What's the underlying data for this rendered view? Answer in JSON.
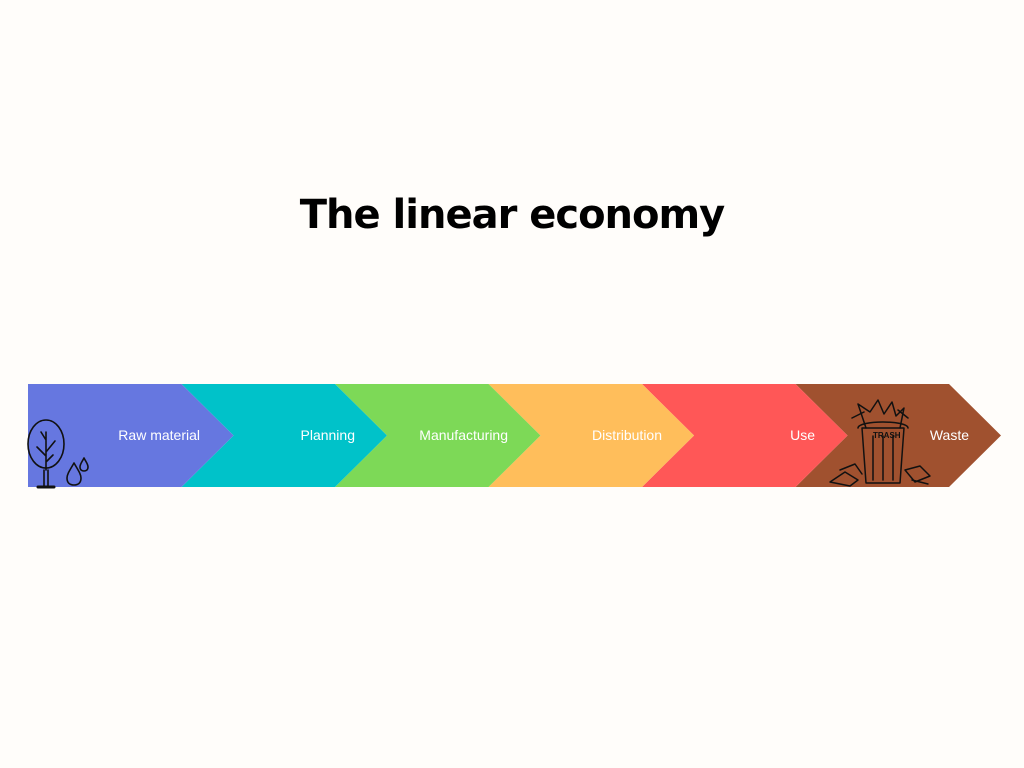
{
  "title": "The linear economy",
  "steps": [
    {
      "label": "Raw material",
      "color": "#6677e0"
    },
    {
      "label": "Planning",
      "color": "#00c2c9"
    },
    {
      "label": "Manufacturing",
      "color": "#7dd957"
    },
    {
      "label": "Distribution",
      "color": "#ffbe5b"
    },
    {
      "label": "Use",
      "color": "#ff5757"
    },
    {
      "label": "Waste",
      "color": "#a0512f"
    }
  ],
  "icons": {
    "start": "tree-with-water-drops-icon",
    "end": "trash-can-icon"
  }
}
